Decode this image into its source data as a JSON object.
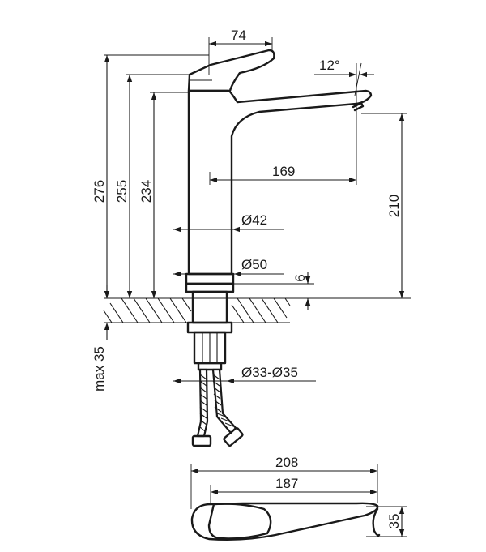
{
  "dimensions": {
    "handle_width": "74",
    "spout_angle": "12°",
    "total_height": "276",
    "height_255": "255",
    "height_234": "234",
    "spout_reach": "169",
    "spout_height": "210",
    "body_diameter": "Ø42",
    "base_diameter": "Ø50",
    "base_ring": "6",
    "max_thickness": "max 35",
    "hole_diameter": "Ø33-Ø35",
    "top_length": "208",
    "top_length_inner": "187",
    "top_width": "35"
  },
  "colors": {
    "line": "#1a1a1a",
    "background": "#ffffff"
  }
}
